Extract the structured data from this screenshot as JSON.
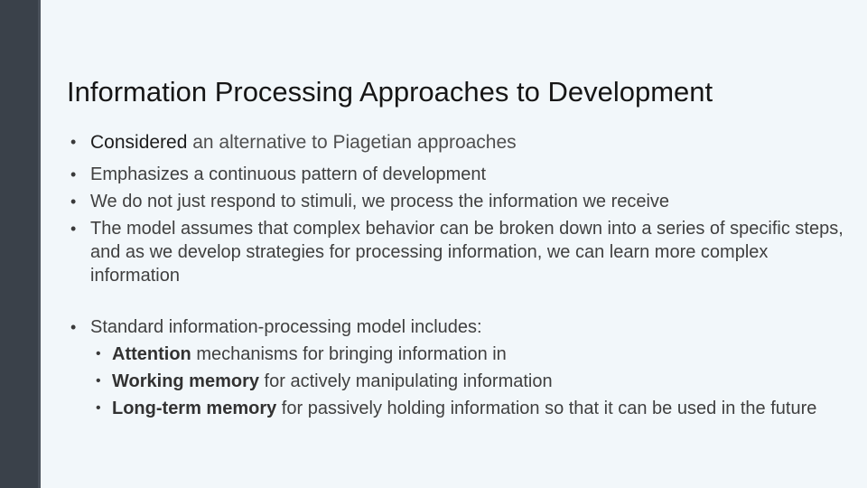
{
  "slide": {
    "marker": "•",
    "title": "Information Processing Approaches to Development",
    "colors": {
      "background": "#f2f7fa",
      "sidebar_bar": "#3a414a",
      "title_text": "#161616",
      "body_text": "#404040",
      "emphasis_dark": "#1d1d1d",
      "secondary_gray": "#4f4f4f"
    },
    "group1": {
      "bullets": {
        "0": {
          "lead": "Considered",
          "rest": " an alternative to Piagetian approaches"
        },
        "1": {
          "text": "Emphasizes a continuous pattern of development"
        },
        "2": {
          "text": "We do not just respond to stimuli, we process the information we receive"
        },
        "3": {
          "text": "The model assumes that complex behavior can be broken down into a series of specific steps, and as we develop strategies for processing information, we can learn more complex information"
        }
      }
    },
    "group2": {
      "intro": "Standard information-processing model includes:",
      "sub_bullets": {
        "0": {
          "term": "Attention",
          "rest": " mechanisms for bringing information in"
        },
        "1": {
          "term": "Working memory",
          "rest": " for actively manipulating information"
        },
        "2": {
          "term": "Long-term memory",
          "rest": " for passively holding information so that it can be used in the future"
        }
      }
    }
  }
}
